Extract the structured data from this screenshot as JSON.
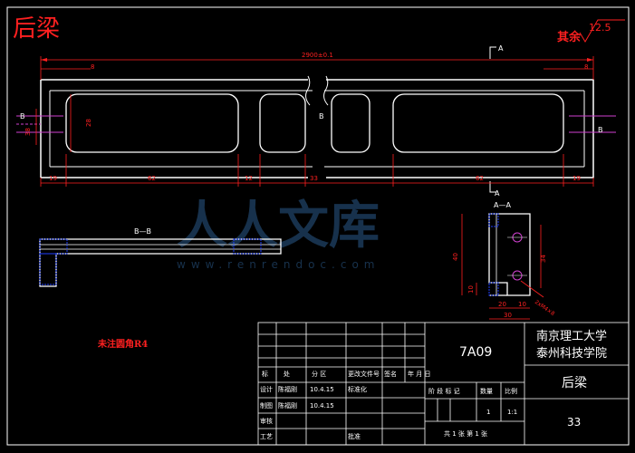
{
  "drawing": {
    "title": "后梁",
    "surface_finish_label": "其余",
    "surface_finish_value": "12.5",
    "note": "未注圆角R4"
  },
  "dimensions": {
    "overall_length": "2900±0.1",
    "left_end": "8",
    "right_end": "8",
    "left_edge": "19",
    "window_1": "62",
    "web_1": "12",
    "window_2": "33",
    "window_3": "62",
    "right_edge": "19",
    "height": "28",
    "side_height": "38",
    "section_height": "40",
    "section_inner": "34",
    "section_web": "10",
    "section_width": "30",
    "section_w1": "20",
    "section_w2": "10",
    "hole_label": "2xM4×8"
  },
  "views": {
    "section_bb": "B—B",
    "section_aa": "A—A",
    "cut_a": "A",
    "cut_b": "B"
  },
  "title_block": {
    "school_line1": "南京理工大学",
    "school_line2": "泰州科技学院",
    "drawing_code": "7A09",
    "part_name": "后梁",
    "sheet_number": "33",
    "col_mark": "标",
    "col_count": "处",
    "col_zone": "分 区",
    "col_doc": "更改文件号",
    "col_sign": "签名",
    "col_date": "年 月 日",
    "designer_role": "设计",
    "designer_name": "陈福刚",
    "designer_date": "10.4.15",
    "std_label": "标准化",
    "drafter_role": "制图",
    "drafter_name": "陈福刚",
    "drafter_date": "10.4.15",
    "reviewer_role": "审核",
    "process_role": "工艺",
    "approve_label": "批准",
    "stage_label": "阶 段 标 记",
    "weight_label": "数量",
    "scale_label": "比例",
    "quantity_value": "1",
    "scale_value": "1:1",
    "sheets_label": "共 1 张   第 1 张"
  }
}
